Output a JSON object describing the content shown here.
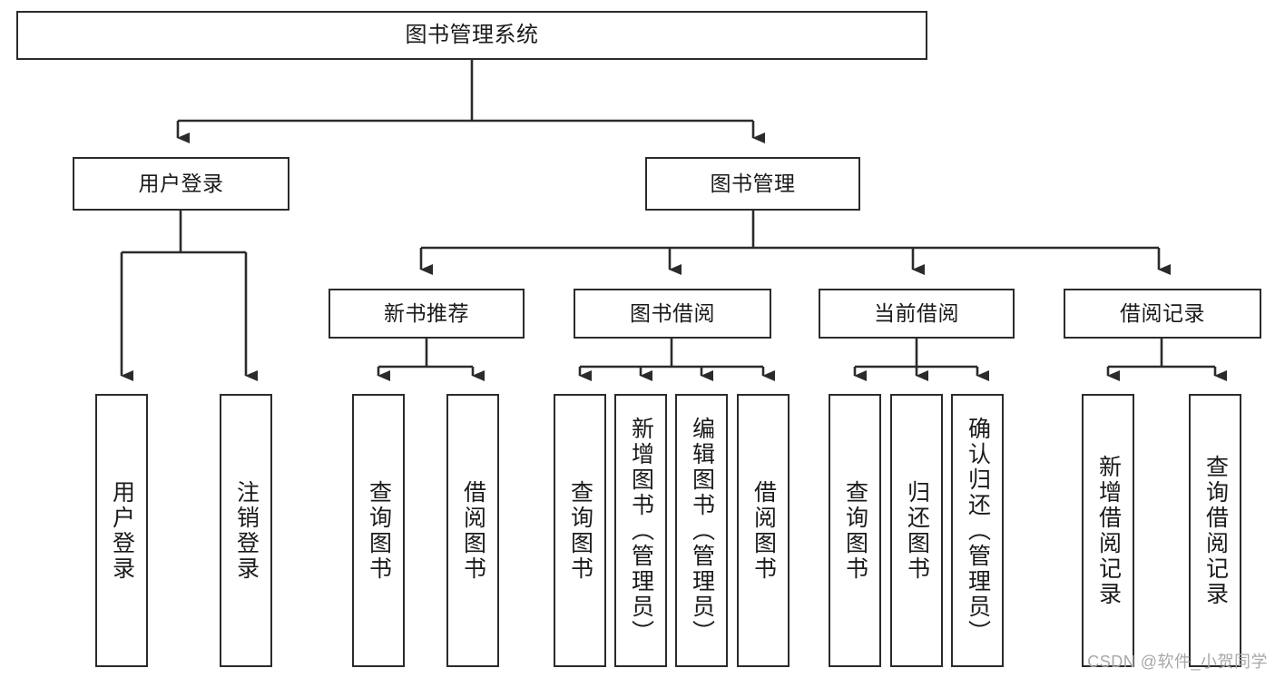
{
  "diagram": {
    "title": "图书管理系统",
    "watermark": "CSDN @软件_小贺同学",
    "colors": {
      "background": "#ffffff",
      "stroke": "#2b2b2b",
      "text": "#1a1a1a",
      "watermark": "#a8a8a8"
    },
    "root": {
      "label": "图书管理系统"
    },
    "level1": [
      {
        "label": "用户登录"
      },
      {
        "label": "图书管理"
      }
    ],
    "level2": [
      {
        "label": "新书推荐"
      },
      {
        "label": "图书借阅"
      },
      {
        "label": "当前借阅"
      },
      {
        "label": "借阅记录"
      }
    ],
    "leaves": {
      "user_login": [
        {
          "label": "用户登录"
        },
        {
          "label": "注销登录"
        }
      ],
      "new_book_recommend": [
        {
          "label": "查询图书"
        },
        {
          "label": "借阅图书"
        }
      ],
      "book_borrow": [
        {
          "label": "查询图书"
        },
        {
          "label": "新增图书（管理员）"
        },
        {
          "label": "编辑图书（管理员）"
        },
        {
          "label": "借阅图书"
        }
      ],
      "current_borrow": [
        {
          "label": "查询图书"
        },
        {
          "label": "归还图书"
        },
        {
          "label": "确认归还（管理员）"
        }
      ],
      "borrow_record": [
        {
          "label": "新增借阅记录"
        },
        {
          "label": "查询借阅记录"
        }
      ]
    }
  }
}
